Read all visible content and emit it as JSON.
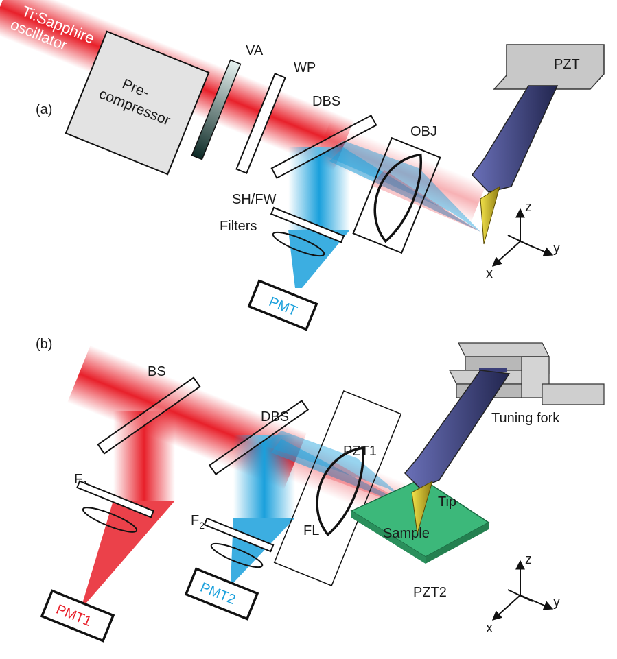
{
  "colors": {
    "laser_red": "#e8202a",
    "signal_blue": "#1aa0dc",
    "tip_gold": "#d9c23a",
    "probe_blue": "#3b3f78",
    "sample_green": "#3cb87a",
    "mount_gray": "#c8c8c8"
  },
  "panel_a": {
    "label": "(a)",
    "source": [
      "Ti:Sapphire",
      "oscillator"
    ],
    "precompressor": [
      "Pre-",
      "compressor"
    ],
    "va": "VA",
    "wp": "WP",
    "dbs": "DBS",
    "obj": "OBJ",
    "pzt": "PZT",
    "sh_fw": "SH/FW",
    "filters": "Filters",
    "pmt": "PMT",
    "axes": {
      "z": "z",
      "y": "y",
      "x": "x"
    }
  },
  "panel_b": {
    "label": "(b)",
    "bs": "BS",
    "dbs": "DBS",
    "pzt1": "PZT1",
    "fl": "FL",
    "tuning_fork": "Tuning fork",
    "tip": "Tip",
    "sample": "Sample",
    "pzt2": "PZT2",
    "f1": "F",
    "f1_sub": "1",
    "f2": "F",
    "f2_sub": "2",
    "pmt1": "PMT1",
    "pmt2": "PMT2",
    "axes": {
      "z": "z",
      "y": "y",
      "x": "x"
    }
  }
}
